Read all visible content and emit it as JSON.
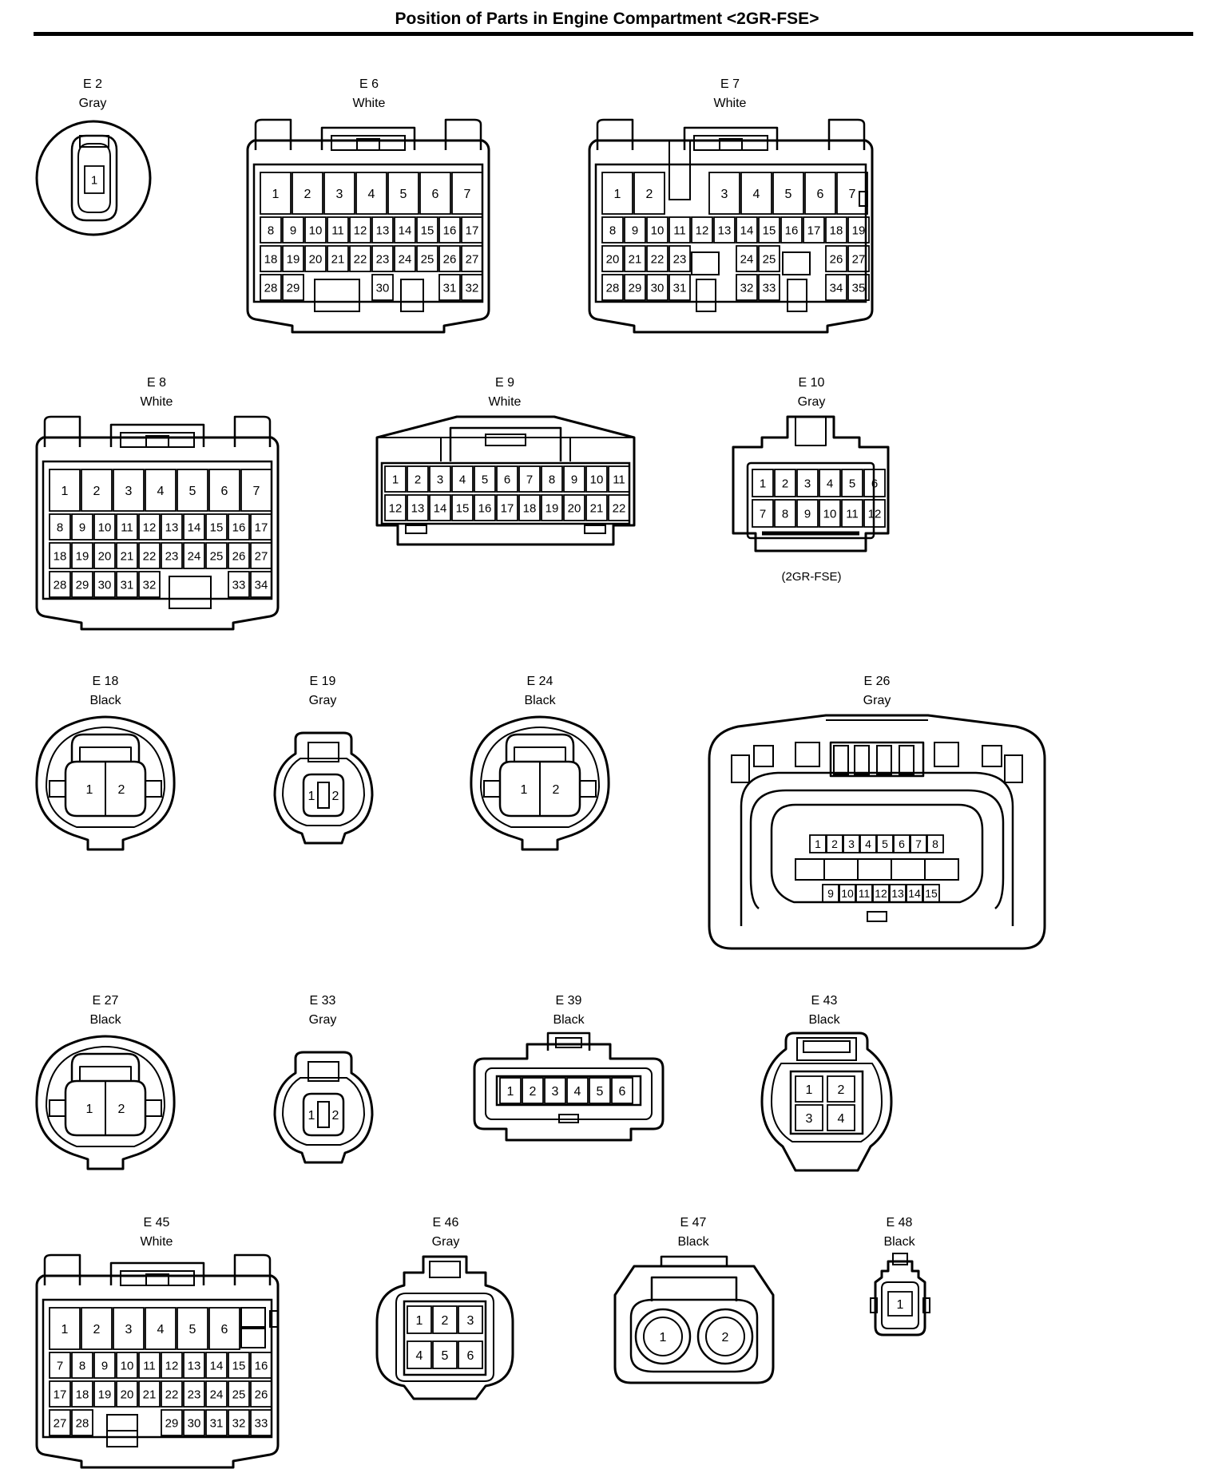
{
  "title": "Position of Parts in Engine Compartment <2GR-FSE>",
  "connectors": [
    {
      "id": "E 2",
      "color": "Gray",
      "pins": [
        "1"
      ]
    },
    {
      "id": "E 6",
      "color": "White",
      "pins": [
        "1",
        "2",
        "3",
        "4",
        "5",
        "6",
        "7",
        "8",
        "9",
        "10",
        "11",
        "12",
        "13",
        "14",
        "15",
        "16",
        "17",
        "18",
        "19",
        "20",
        "21",
        "22",
        "23",
        "24",
        "25",
        "26",
        "27",
        "28",
        "29",
        "30",
        "31",
        "32"
      ]
    },
    {
      "id": "E 7",
      "color": "White",
      "pins": [
        "1",
        "2",
        "3",
        "4",
        "5",
        "6",
        "7",
        "8",
        "9",
        "10",
        "11",
        "12",
        "13",
        "14",
        "15",
        "16",
        "17",
        "18",
        "19",
        "20",
        "21",
        "22",
        "23",
        "24",
        "25",
        "26",
        "27",
        "28",
        "29",
        "30",
        "31",
        "32",
        "33",
        "34",
        "35"
      ]
    },
    {
      "id": "E 8",
      "color": "White",
      "pins": [
        "1",
        "2",
        "3",
        "4",
        "5",
        "6",
        "7",
        "8",
        "9",
        "10",
        "11",
        "12",
        "13",
        "14",
        "15",
        "16",
        "17",
        "18",
        "19",
        "20",
        "21",
        "22",
        "23",
        "24",
        "25",
        "26",
        "27",
        "28",
        "29",
        "30",
        "31",
        "32",
        "33",
        "34"
      ]
    },
    {
      "id": "E 9",
      "color": "White",
      "pins": [
        "1",
        "2",
        "3",
        "4",
        "5",
        "6",
        "7",
        "8",
        "9",
        "10",
        "11",
        "12",
        "13",
        "14",
        "15",
        "16",
        "17",
        "18",
        "19",
        "20",
        "21",
        "22"
      ]
    },
    {
      "id": "E 10",
      "color": "Gray",
      "note": "(2GR-FSE)",
      "pins": [
        "1",
        "2",
        "3",
        "4",
        "5",
        "6",
        "7",
        "8",
        "9",
        "10",
        "11",
        "12"
      ]
    },
    {
      "id": "E 18",
      "color": "Black",
      "pins": [
        "1",
        "2"
      ]
    },
    {
      "id": "E 19",
      "color": "Gray",
      "pins": [
        "1",
        "2"
      ]
    },
    {
      "id": "E 24",
      "color": "Black",
      "pins": [
        "1",
        "2"
      ]
    },
    {
      "id": "E 26",
      "color": "Gray",
      "pins": [
        "1",
        "2",
        "3",
        "4",
        "5",
        "6",
        "7",
        "8",
        "9",
        "10",
        "11",
        "12",
        "13",
        "14",
        "15"
      ]
    },
    {
      "id": "E 27",
      "color": "Black",
      "pins": [
        "1",
        "2"
      ]
    },
    {
      "id": "E 33",
      "color": "Gray",
      "pins": [
        "1",
        "2"
      ]
    },
    {
      "id": "E 39",
      "color": "Black",
      "pins": [
        "1",
        "2",
        "3",
        "4",
        "5",
        "6"
      ]
    },
    {
      "id": "E 43",
      "color": "Black",
      "pins": [
        "1",
        "2",
        "3",
        "4"
      ]
    },
    {
      "id": "E 45",
      "color": "White",
      "pins": [
        "1",
        "2",
        "3",
        "4",
        "5",
        "6",
        "7",
        "8",
        "9",
        "10",
        "11",
        "12",
        "13",
        "14",
        "15",
        "16",
        "17",
        "18",
        "19",
        "20",
        "21",
        "22",
        "23",
        "24",
        "25",
        "26",
        "27",
        "28",
        "29",
        "30",
        "31",
        "32",
        "33"
      ]
    },
    {
      "id": "E 46",
      "color": "Gray",
      "pins": [
        "1",
        "2",
        "3",
        "4",
        "5",
        "6"
      ]
    },
    {
      "id": "E 47",
      "color": "Black",
      "pins": [
        "1",
        "2"
      ]
    },
    {
      "id": "E 48",
      "color": "Black",
      "pins": [
        "1"
      ]
    }
  ]
}
